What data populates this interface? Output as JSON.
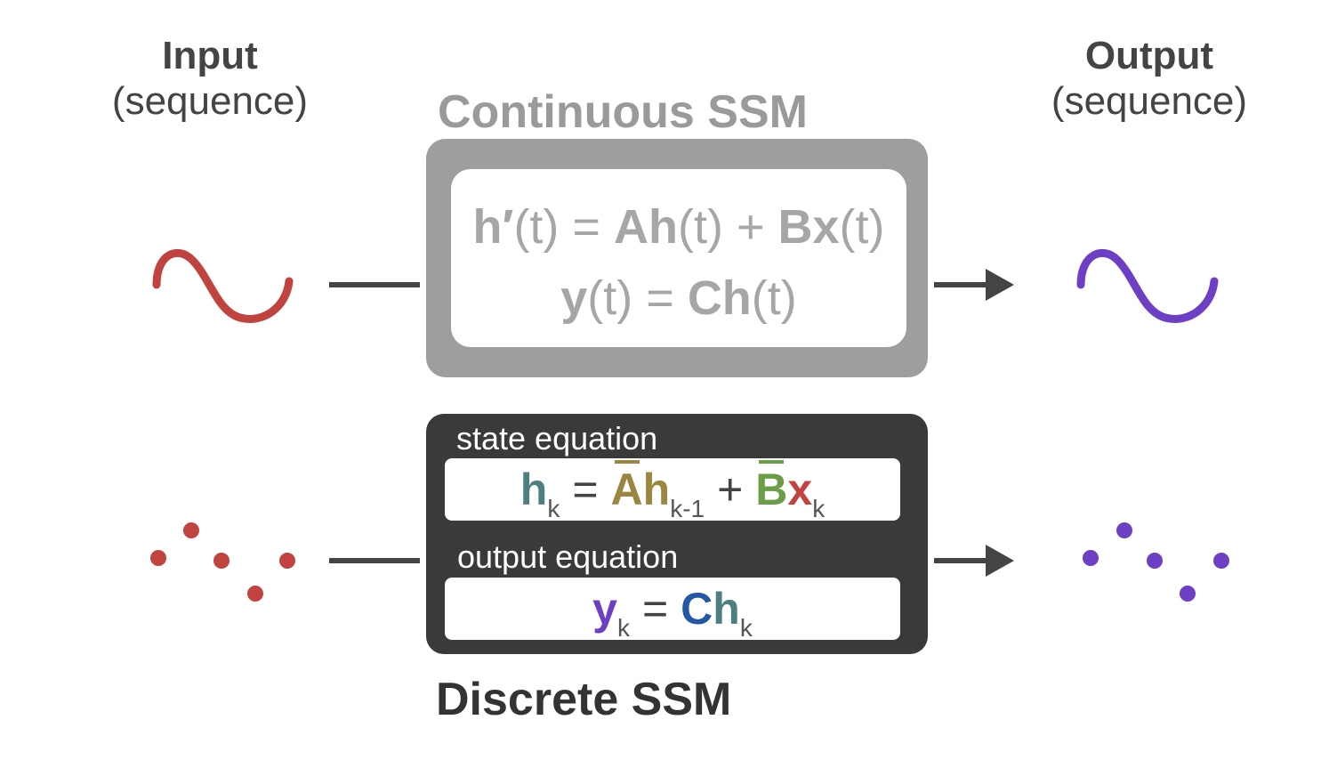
{
  "input": {
    "title": "Input",
    "subtitle": "(sequence)"
  },
  "output": {
    "title": "Output",
    "subtitle": "(sequence)"
  },
  "continuous": {
    "title": "Continuous SSM",
    "eq1": {
      "h": "h",
      "prime": "′",
      "t1": "(t)",
      "eq": "=",
      "A": "Ah",
      "t2": "(t)",
      "plus": "+",
      "B": "Bx",
      "t3": "(t)"
    },
    "eq2": {
      "y": "y",
      "t1": "(t)",
      "eq": "=",
      "C": "Ch",
      "t2": "(t)"
    }
  },
  "discrete": {
    "title": "Discrete SSM",
    "state_label": "state equation",
    "output_label": "output equation",
    "state_eq": {
      "h": "h",
      "k": "k",
      "eq": "=",
      "A": "A",
      "h2": "h",
      "km1": "k-1",
      "plus": "+",
      "B": "B",
      "x": "x",
      "k2": "k"
    },
    "output_eq": {
      "y": "y",
      "k": "k",
      "eq": "=",
      "C": "C",
      "h": "h",
      "k2": "k"
    }
  },
  "colors": {
    "input_wave": "#c0433f",
    "output_wave": "#6d3fc4",
    "arrow": "#444444",
    "continuous_box": "#9e9e9e",
    "discrete_box": "#3a3a3a"
  }
}
